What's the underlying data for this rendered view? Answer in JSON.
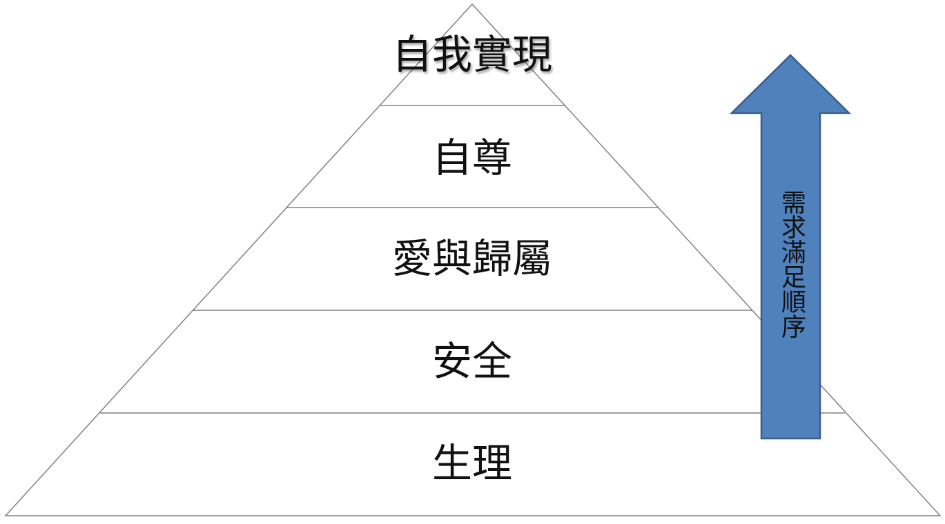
{
  "levels": [
    {
      "label": "自我實現"
    },
    {
      "label": "自尊"
    },
    {
      "label": "愛與歸屬"
    },
    {
      "label": "安全"
    },
    {
      "label": "生理"
    }
  ],
  "arrow": {
    "label": "需求滿足順序",
    "fill_color": "#4F81BD",
    "stroke_color": "#385D8A"
  },
  "colors": {
    "pyramid_stroke": "#808080",
    "pyramid_fill": "#FFFFFF",
    "text": "#111111"
  }
}
